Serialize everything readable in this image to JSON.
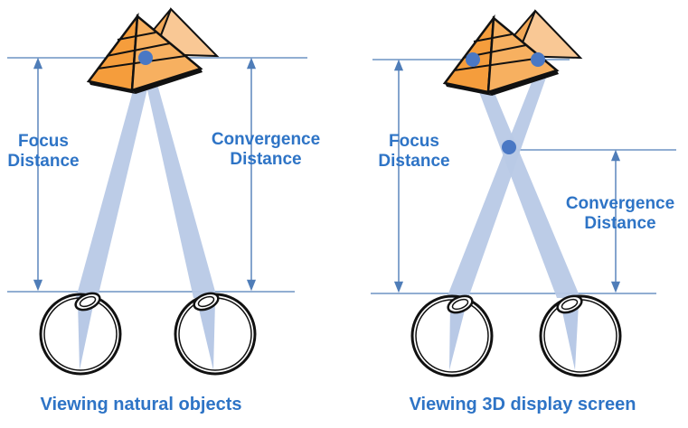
{
  "colors": {
    "accent": "#2e74c6",
    "guide": "#4f7db8",
    "beam": "#b8c9e6",
    "pyramid_orange": "#f5a044",
    "pyramid_light": "#f9c895",
    "outline": "#111111"
  },
  "left_panel": {
    "focus_label": [
      "Focus",
      "Distance"
    ],
    "convergence_label": [
      "Convergence",
      "Distance"
    ],
    "caption": "Viewing natural objects"
  },
  "right_panel": {
    "focus_label": [
      "Focus",
      "Distance"
    ],
    "convergence_label": [
      "Convergence",
      "Distance"
    ],
    "caption": "Viewing 3D display screen"
  }
}
